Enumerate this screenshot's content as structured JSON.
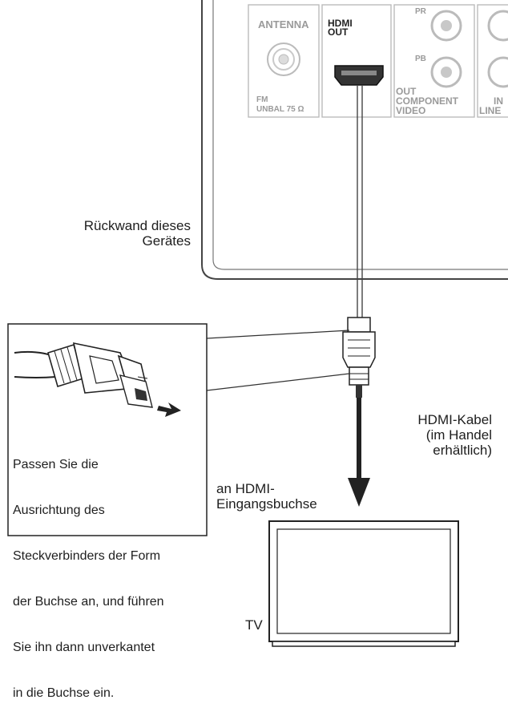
{
  "panel": {
    "antenna_title": "ANTENNA",
    "antenna_fm": "FM",
    "antenna_unbal": "UNBAL 75 Ω",
    "hdmi_line1": "HDMI",
    "hdmi_line2": "OUT",
    "pr_label": "PR",
    "pb_label": "PB",
    "component_line1": "OUT",
    "component_line2": "COMPONENT",
    "component_line3": "VIDEO",
    "line_label1": "IN",
    "line_label2": "LINE"
  },
  "labels": {
    "rear_panel_line1": "Rückwand dieses",
    "rear_panel_line2": "Gerätes",
    "cable_line1": "HDMI-Kabel",
    "cable_line2": "(im Handel",
    "cable_line3": "erhältlich)",
    "input_line1": "an HDMI-",
    "input_line2": "Eingangsbuchse",
    "tv": "TV"
  },
  "callout": {
    "lines": [
      "Passen Sie die",
      "Ausrichtung des",
      "Steckverbinders der Form",
      "der Buchse an, und führen",
      "Sie ihn dann unverkantet",
      "in die Buchse ein."
    ]
  }
}
